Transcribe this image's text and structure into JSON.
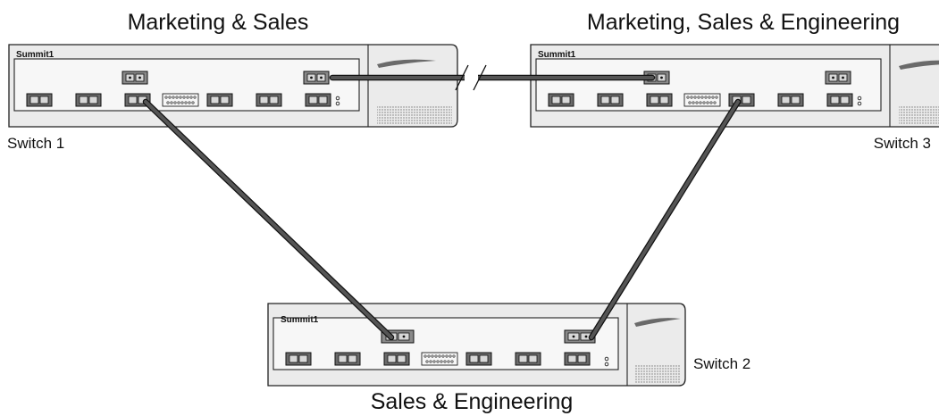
{
  "groups": {
    "switch1_group": "Marketing & Sales",
    "switch3_group": "Marketing, Sales & Engineering",
    "switch2_group": "Sales & Engineering"
  },
  "switches": {
    "switch1_label": "Switch 1",
    "switch2_label": "Switch 2",
    "switch3_label": "Switch 3",
    "brand": "Summit1"
  },
  "links": [
    {
      "from": "Switch 1",
      "to": "Switch 3",
      "type": "long-distance link (break symbol)"
    },
    {
      "from": "Switch 1",
      "to": "Switch 2",
      "type": "direct link"
    },
    {
      "from": "Switch 3",
      "to": "Switch 2",
      "type": "direct link"
    }
  ]
}
